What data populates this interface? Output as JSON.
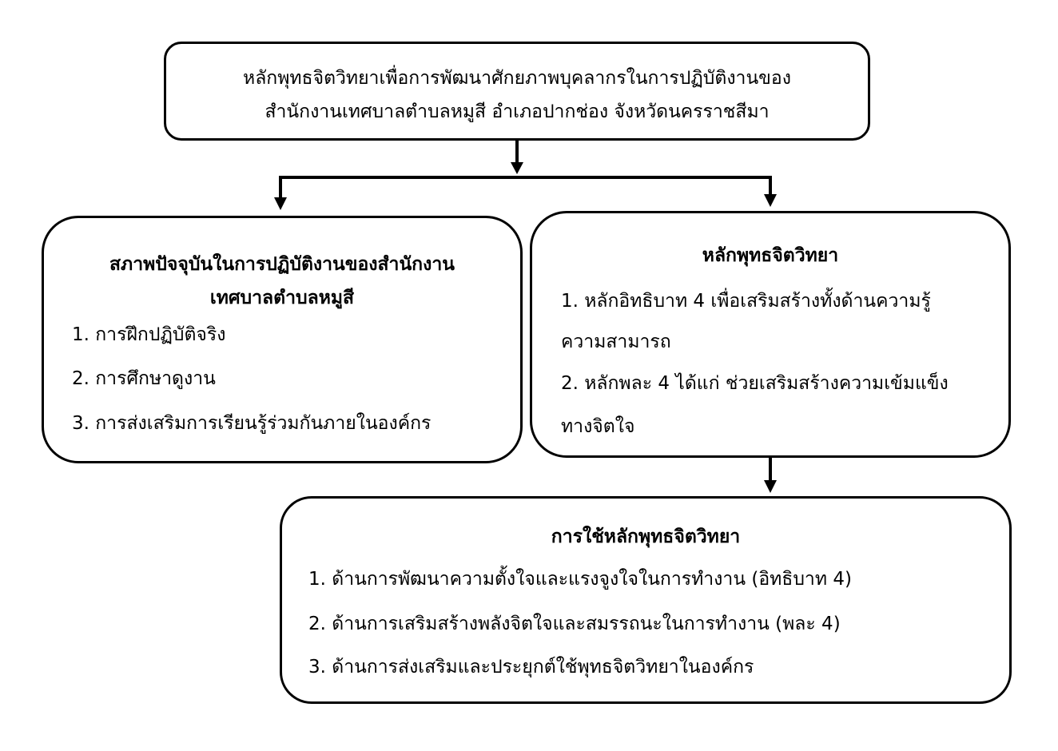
{
  "top_box": {
    "line1": "หลักพุทธจิตวิทยาเพื่อการพัฒนาศักยภาพบุคลากรในการปฏิบัติงานของ",
    "line2": "สำนักงานเทศบาลตำบลหมูสี อำเภอปากช่อง จังหวัดนครราชสีมา"
  },
  "left_box": {
    "heading_line1": "สภาพปัจจุบันในการปฏิบัติงานของสำนักงาน",
    "heading_line2": "เทศบาลตำบลหมูสี",
    "items": [
      "1. การฝึกปฏิบัติจริง",
      "2. การศึกษาดูงาน",
      "3. การส่งเสริมการเรียนรู้ร่วมกันภายในองค์กร"
    ]
  },
  "right_box": {
    "heading": "หลักพุทธจิตวิทยา",
    "item1_line1": "1. หลักอิทธิบาท 4 เพื่อเสริมสร้างทั้งด้านความรู้",
    "item1_line2": "ความสามารถ",
    "item2_line1": "2. หลักพละ 4 ได้แก่ ช่วยเสริมสร้างความเข้มแข็ง",
    "item2_line2": "ทางจิตใจ"
  },
  "bottom_box": {
    "heading": "การใช้หลักพุทธจิตวิทยา",
    "items": [
      "1. ด้านการพัฒนาความตั้งใจและแรงจูงใจในการทำงาน (อิทธิบาท 4)",
      "2. ด้านการเสริมสร้างพลังจิตใจและสมรรถนะในการทำงาน (พละ 4)",
      "3. ด้านการส่งเสริมและประยุกต์ใช้พุทธจิตวิทยาในองค์กร"
    ]
  }
}
